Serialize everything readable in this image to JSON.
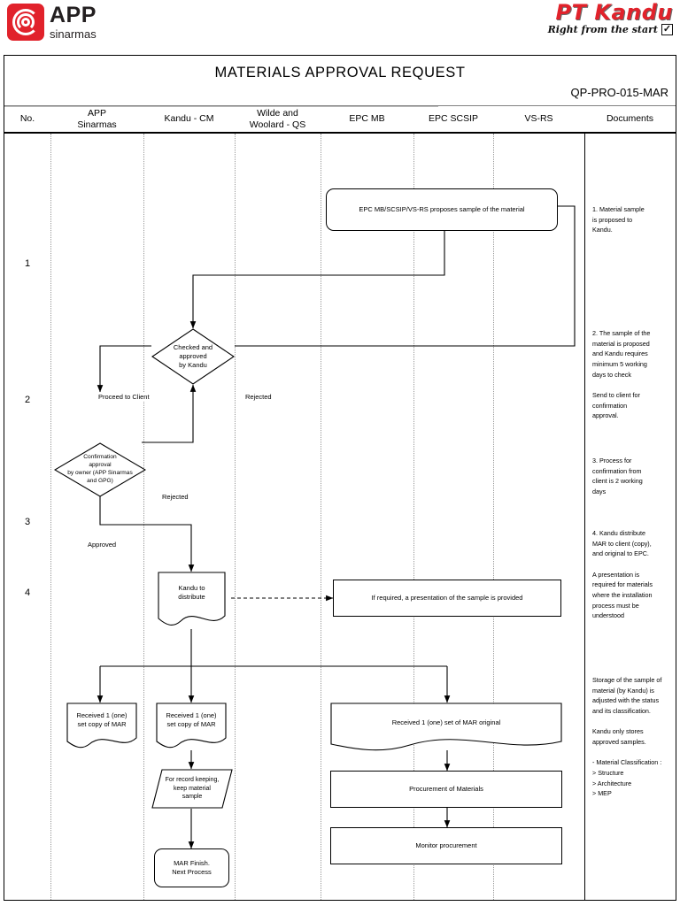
{
  "brand": {
    "app_logo_name": "APP",
    "app_logo_sub": "sinarmas",
    "kandu_logo_name": "PT Kandu",
    "kandu_tagline": "Right from the start",
    "kandu_check": "✓",
    "accent_red": "#e1222b"
  },
  "header": {
    "title": "MATERIALS APPROVAL REQUEST",
    "doc_code": "QP-PRO-015-MAR"
  },
  "columns": [
    {
      "label": "No."
    },
    {
      "label": "APP\nSinarmas"
    },
    {
      "label": "Kandu - CM"
    },
    {
      "label": "Wilde and\nWoolard - QS"
    },
    {
      "label": "EPC MB"
    },
    {
      "label": "EPC SCSIP"
    },
    {
      "label": "VS-RS"
    },
    {
      "label": "Documents"
    }
  ],
  "row_numbers": [
    "1",
    "2",
    "3",
    "4"
  ],
  "nodes": {
    "propose": "EPC MB/SCSIP/VS-RS proposes sample of the material",
    "check_kandu": "Checked and\napproved\nby Kandu",
    "confirm_owner": "Confirmation\napproval\nby owner (APP Sinarmas\nand GPG)",
    "kandu_distribute": "Kandu to\ndistribute",
    "presentation": "If required, a presentation of the sample is provided",
    "copy_app": "Received 1 (one)\nset copy of MAR",
    "copy_kandu": "Received 1 (one)\nset copy of MAR",
    "original_epc": "Received 1 (one) set of MAR original",
    "record_keeping": "For record keeping,\nkeep material\nsample",
    "mar_finish": "MAR Finish.\nNext Process",
    "procurement": "Procurement of Materials",
    "monitor": "Monitor procurement"
  },
  "edge_labels": {
    "proceed_client": "Proceed to Client",
    "rejected_kandu": "Rejected",
    "rejected_owner": "Rejected",
    "approved": "Approved"
  },
  "documents_notes": {
    "note1": "1. Material sample\nis proposed to\nKandu.",
    "note2": "2. The sample of the\nmaterial is proposed\nand Kandu requires\nminimum 5 working\ndays to check\n\nSend to client for\nconfirmation\napproval.",
    "note3": "3. Process for\nconfirmation from\nclient is 2 working\ndays",
    "note4": "4. Kandu distribute\nMAR to client (copy),\nand original to EPC.\n\nA presentation is\nrequired for materials\nwhere the installation\nprocess must be\nunderstood",
    "note5": "Storage of the sample of\nmaterial (by Kandu) is\nadjusted with the status\nand its classification.\n\nKandu only stores\napproved samples.\n\n- Material Classification :\n     > Structure\n     > Architecture\n     > MEP"
  }
}
